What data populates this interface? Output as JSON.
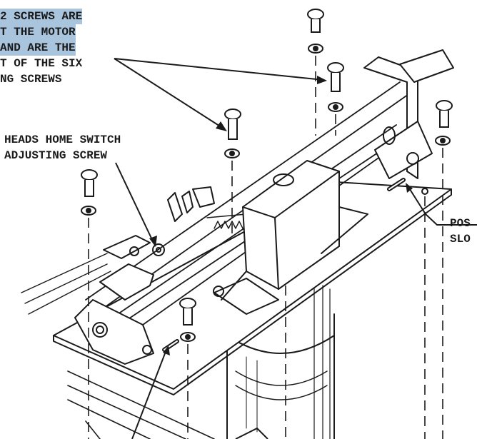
{
  "annotations": {
    "screws_note": {
      "line1": "2 SCREWS ARE",
      "line2": "T THE MOTOR",
      "line3": "AND ARE THE",
      "line4": "T OF THE SIX",
      "line5": "NG SCREWS"
    },
    "heads_home": {
      "line1": "HEADS HOME SWITCH",
      "line2": "ADJUSTING SCREW"
    },
    "position_slot": {
      "line1": "POS",
      "line2": "SLO"
    }
  },
  "colors": {
    "highlight": "#a9c4dd",
    "ink": "#1a1a1a",
    "paper": "#ffffff"
  }
}
